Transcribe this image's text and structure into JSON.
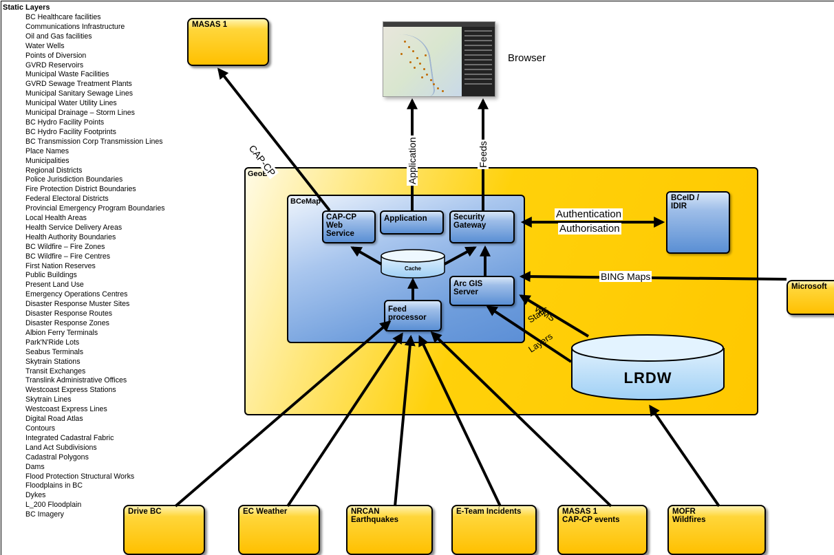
{
  "static_layers": {
    "title": "Static Layers",
    "items": [
      "BC Healthcare facilities",
      "Communications Infrastructure",
      "Oil and Gas facilities",
      "Water Wells",
      "Points of Diversion",
      "GVRD Reservoirs",
      "Municipal Waste Facilities",
      "GVRD Sewage Treatment Plants",
      "Municipal Sanitary Sewage Lines",
      "Municipal Water Utility Lines",
      "Municipal Drainage – Storm Lines",
      "BC Hydro Facility Points",
      "BC Hydro Facility Footprints",
      "BC Transmission Corp Transmission Lines",
      "Place Names",
      "Municipalities",
      "Regional Districts",
      "Police Jurisdiction Boundaries",
      "Fire Protection District Boundaries",
      "Federal Electoral Districts",
      "Provincial Emergency Program Boundaries",
      "Local Health Areas",
      "Health Service Delivery Areas",
      "Health Authority Boundaries",
      "BC Wildfire – Fire Zones",
      "BC Wildfire – Fire Centres",
      "First Nation Reserves",
      "Public Buildings",
      "Present Land Use",
      "Emergency Operations Centres",
      "Disaster Response Muster Sites",
      "Disaster Response Routes",
      "Disaster Response Zones",
      "Albion Ferry Terminals",
      "Park'N'Ride Lots",
      "Seabus Terminals",
      "Skytrain Stations",
      "Transit Exchanges",
      "Translink Administrative Offices",
      "Westcoast Express Stations",
      "Skytrain Lines",
      "Westcoast Express Lines",
      "Digital Road Atlas",
      "Contours",
      "Integrated Cadastral Fabric",
      "Land Act Subdivisions",
      "Cadastral Polygons",
      "Dams",
      "Flood Protection Structural Works",
      "Floodplains in BC",
      "Dykes",
      "L_200 Floodplain",
      "BC Imagery"
    ]
  },
  "nodes": {
    "masas_top": "MASAS 1",
    "browser": "Browser",
    "geobc": "GeoBC",
    "bcemap": "BCeMap",
    "cap_cp_service": "CAP-CP\nWeb\nService",
    "application": "Application",
    "security_gateway": "Security\nGateway",
    "cache": "Cache",
    "arcgis": "Arc GIS\nServer",
    "feed_processor": "Feed\nprocessor",
    "bceid": "BCeID /\nIDIR",
    "microsoft": "Microsoft",
    "lrdw": "LRDW",
    "sources": {
      "drive_bc": "Drive BC",
      "ec_weather": "EC Weather",
      "nrcan": "NRCAN\nEarthquakes",
      "eteam": "E-Team Incidents",
      "masas_events": "MASAS 1\nCAP-CP events",
      "mofr": "MOFR\nWildfires"
    }
  },
  "edges": {
    "cap_cp": "CAP-CP",
    "application": "Application",
    "feeds": "Feeds",
    "authentication": "Authentication",
    "authorisation": "Authorisation",
    "bing_maps": "BING Maps",
    "wms": "WMS",
    "static": "Static",
    "layers": "Layers"
  },
  "colors": {
    "yellow": "#ffc000",
    "blue": "#6e9ddc",
    "lrdw_blue": "#b8dcf8"
  }
}
